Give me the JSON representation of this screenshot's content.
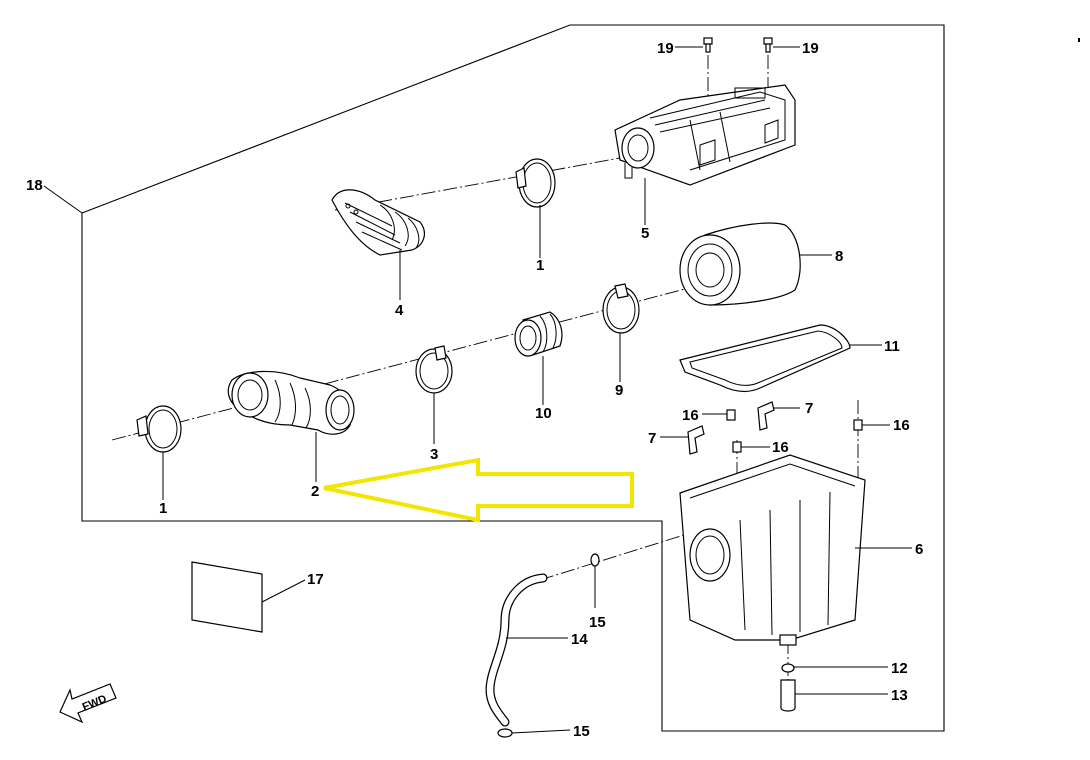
{
  "diagram": {
    "callouts": {
      "c1a": "1",
      "c1b": "1",
      "c2": "2",
      "c3": "3",
      "c4": "4",
      "c5": "5",
      "c6": "6",
      "c7a": "7",
      "c7b": "7",
      "c8": "8",
      "c9": "9",
      "c10": "10",
      "c11": "11",
      "c12": "12",
      "c13": "13",
      "c14": "14",
      "c15a": "15",
      "c15b": "15",
      "c16a": "16",
      "c16b": "16",
      "c16c": "16",
      "c17": "17",
      "c18": "18",
      "c19a": "19",
      "c19b": "19"
    },
    "forward_marker": "FWD",
    "highlight_arrow_color": "#f2e600"
  }
}
